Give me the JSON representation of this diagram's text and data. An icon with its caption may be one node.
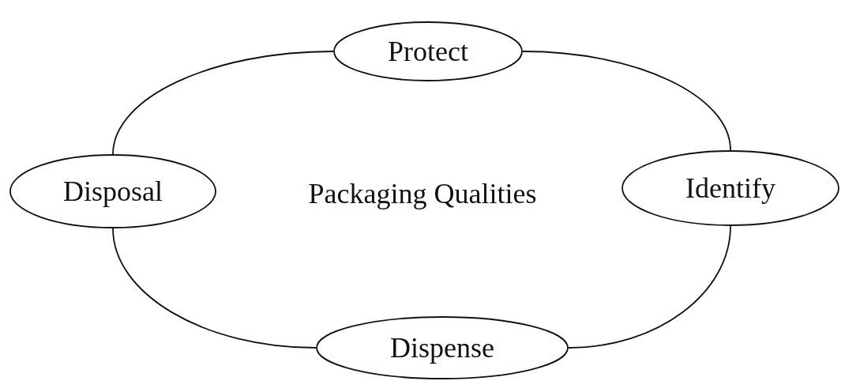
{
  "diagram": {
    "nodes": [
      {
        "text": [
          "Protect"
        ]
      },
      {
        "text": [
          "Disposal"
        ]
      },
      {
        "text": [
          "Identify"
        ]
      },
      {
        "text": [
          "Dispense"
        ]
      }
    ],
    "edges": [
      {
        "from": 0,
        "to": 2,
        "arrow": "none"
      },
      {
        "from": 2,
        "to": 3,
        "arrow": "none"
      },
      {
        "from": 3,
        "to": 1,
        "arrow": "none"
      },
      {
        "from": 1,
        "to": 0,
        "arrow": "none"
      }
    ],
    "labels": [
      "Packaging Qualities"
    ]
  }
}
